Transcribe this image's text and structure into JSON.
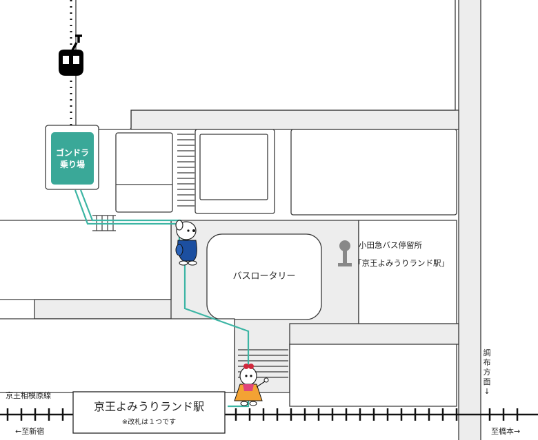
{
  "gondola": {
    "station_line1": "ゴンドラ",
    "station_line2": "乗り場",
    "icon": "gondola-icon"
  },
  "bus": {
    "stop_line1": "小田急バス停留所",
    "stop_line2": "「京王よみうりランド駅」",
    "rotary_label": "バスロータリー",
    "icon": "bus-stop-icon"
  },
  "station": {
    "name": "京王よみうりランド駅",
    "note": "※改札は１つです",
    "line_name": "京王相模原線",
    "toward_shinjuku": "←至新宿",
    "toward_hashimoto": "至橋本→"
  },
  "direction": {
    "chofu": [
      "調",
      "布",
      "方",
      "面",
      "↓"
    ]
  },
  "colors": {
    "route": "#3cb5a4",
    "gondola_station": "#3aa898",
    "road": "#ededed"
  }
}
